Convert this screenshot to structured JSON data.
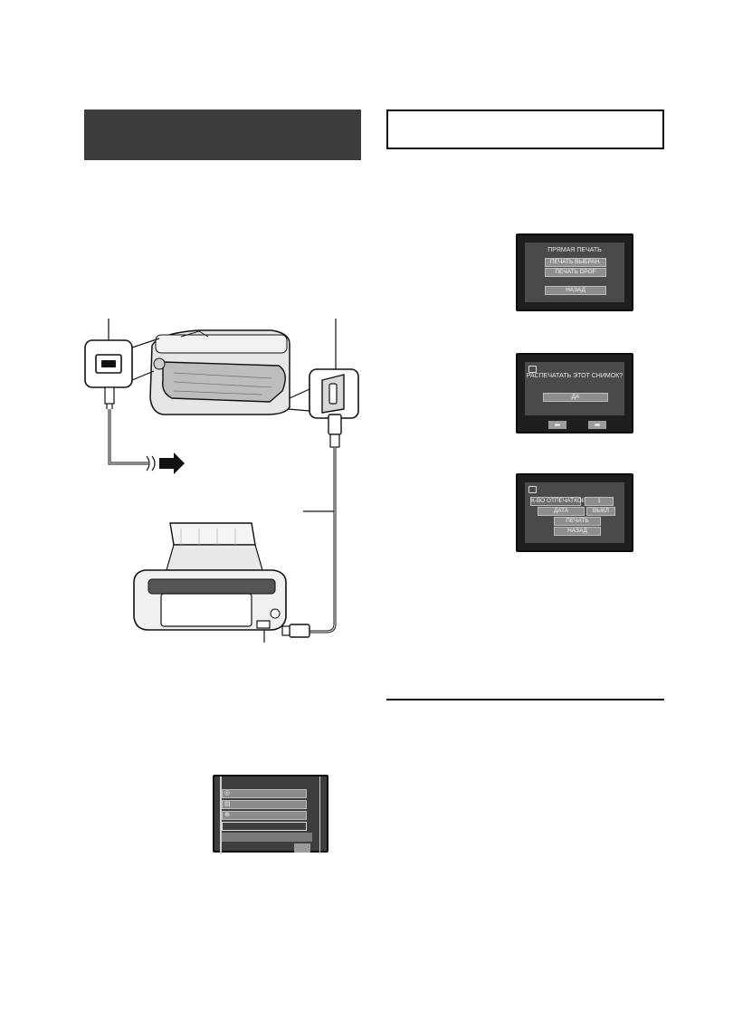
{
  "screens": {
    "direct_print": {
      "title": "ПРЯМАЯ ПЕЧАТЬ",
      "options": [
        "ПЕЧАТЬ ВЫБРАН.",
        "ПЕЧАТЬ DPOF",
        "НАЗАД"
      ]
    },
    "confirm": {
      "question": "РАСПЕЧАТАТЬ ЭТОТ СНИМОК?",
      "yes": "ДА",
      "prev_arrow": "⬅",
      "next_arrow": "➡"
    },
    "settings": {
      "copies_label": "К-ВО ОТПЕЧАТКОВ",
      "copies_value": "1",
      "date_label": "ДАТА",
      "date_value": "ВЫКЛ",
      "print": "ПЕЧАТЬ",
      "back": "НАЗАД"
    }
  },
  "icons": [
    "print-icon",
    "menu-disc-icon",
    "menu-monitor-icon",
    "menu-globe-icon",
    "arrow-left-icon",
    "arrow-right-icon",
    "ac-outlet-icon",
    "usb-port-icon"
  ],
  "colors": {
    "header_dark": "#3d3d3d",
    "screen_bg": "#1e1e1e",
    "button_gray": "#8d8d8d"
  }
}
